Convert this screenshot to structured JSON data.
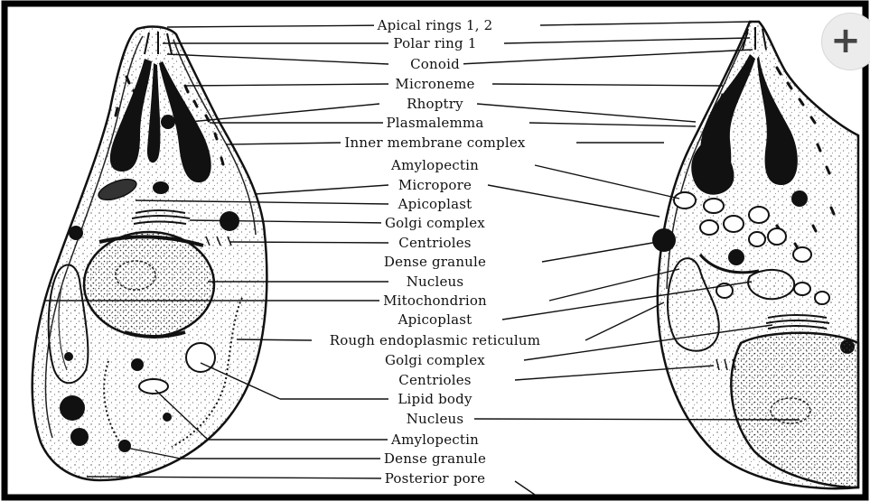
{
  "labels": [
    "Apical rings 1, 2",
    "Polar ring 1",
    "Conoid",
    "Microneme",
    "Rhoptry",
    "Plasmalemma",
    "Inner membrane complex",
    "Amylopectin",
    "Micropore",
    "Apicoplast",
    "Golgi complex",
    "Centrioles",
    "Dense granule",
    "Nucleus",
    "Mitochondrion",
    "Apicoplast",
    "Rough endoplasmic reticulum",
    "Golgi complex",
    "Centrioles",
    "Lipid body",
    "Nucleus",
    "Amylopectin",
    "Dense granule",
    "Posterior pore"
  ],
  "zoom_button": {
    "icon": "zoom-in-plus-icon",
    "glyph": "+"
  },
  "colors": {
    "ink": "#111111",
    "paper": "#ffffff",
    "frame": "#000000",
    "badge": "#ececec"
  }
}
